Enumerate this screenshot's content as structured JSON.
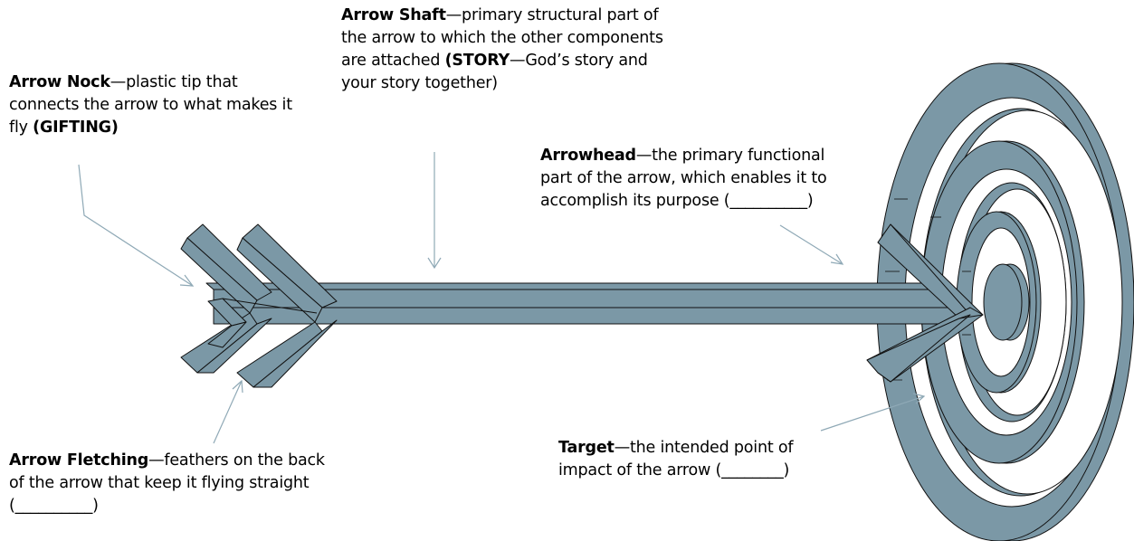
{
  "colors": {
    "fill": "#7b98a6",
    "stroke": "#111111",
    "pointer": "#8fa9b6"
  },
  "labels": {
    "nock": {
      "term": "Arrow Nock",
      "desc": "—plastic tip that connects the arrow to what makes it fly ",
      "tag": "(GIFTING)"
    },
    "shaft": {
      "term": "Arrow Shaft",
      "desc": "—primary structural part of the arrow to which the other components are attached ",
      "tag_open": "(",
      "tag": "STORY",
      "tag_rest": "—God’s story and your story together)"
    },
    "head": {
      "term": "Arrowhead",
      "desc": "—the primary functional part of the arrow, which enables it to accomplish its purpose (__________)"
    },
    "fletching": {
      "term": "Arrow Fletching",
      "desc": "—feathers on the back of the arrow that keep it flying straight (__________)"
    },
    "target": {
      "term": "Target",
      "desc": "—the intended point of impact of the arrow (________)"
    }
  }
}
